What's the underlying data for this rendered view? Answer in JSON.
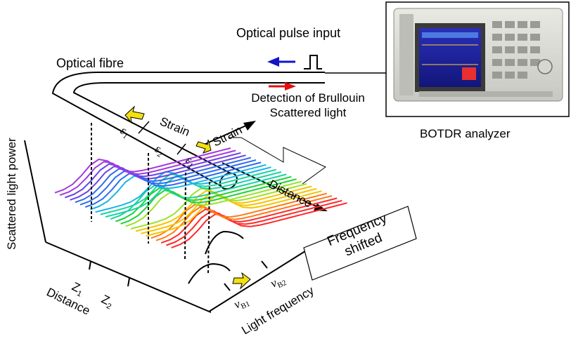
{
  "labels": {
    "optical_pulse_input": "Optical pulse input",
    "optical_fibre": "Optical fibre",
    "detection_line1": "Detection of Brullouin",
    "detection_line2": "Scattered light",
    "botdr_analyzer": "BOTDR analyzer",
    "strain_upper": "Strain",
    "strain_right": "Strain",
    "distance_right": "Distance",
    "scattered_light_power": "Scattered light power",
    "frequency_shifted_line1": "Frequency",
    "frequency_shifted_line2": "shifted",
    "light_frequency": "Light frequency",
    "distance_bottom": "Distance"
  },
  "symbols": {
    "epsilon": "ε",
    "sub_1": "1",
    "sub_2": "2",
    "z": "Z",
    "nu": "ν",
    "sub_b1": "B1",
    "sub_b2": "B2"
  },
  "colors": {
    "input_arrow": "#1414c8",
    "detection_arrow": "#e01010",
    "yellow_arrow": "#f2e10f",
    "spectrum_palette": [
      "#ff2a2a",
      "#ff7a1a",
      "#f5c400",
      "#9be22a",
      "#1fd23a",
      "#18d3a0",
      "#1ab5e6",
      "#2e6cf0",
      "#6a44e6",
      "#a23ae0"
    ]
  }
}
